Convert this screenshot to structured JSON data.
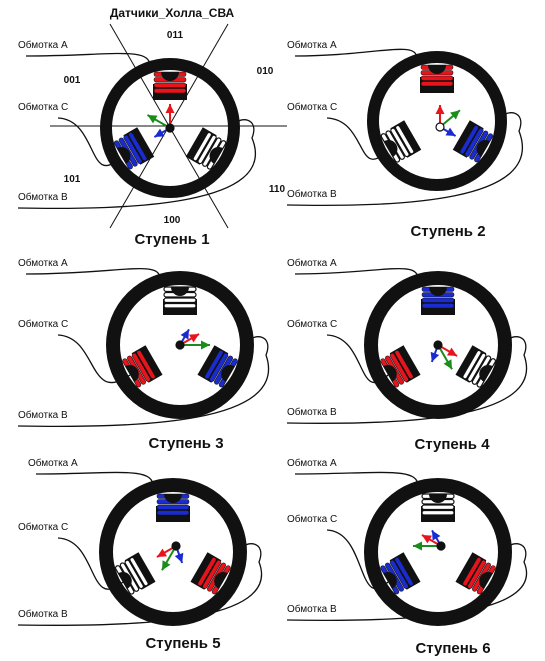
{
  "title": "Датчики_Холла_СВА",
  "hall_codes": [
    "011",
    "010",
    "001",
    "101",
    "110",
    "100"
  ],
  "colors": {
    "phase_a": "#e8141c",
    "phase_b": "#1a2ccf",
    "coil_off": "#ffffff",
    "ring": "#111111",
    "resultant": "#1a8c1a"
  },
  "steps": [
    {
      "label": "Ступень 1",
      "winding_a": "Обмотка А",
      "winding_c": "Обмотка С",
      "winding_b": "Обмотка В"
    },
    {
      "label": "Ступень 2",
      "winding_a": "Обмотка А",
      "winding_c": "Обмотка С",
      "winding_b": "Обмотка В"
    },
    {
      "label": "Ступень 3",
      "winding_a": "Обмотка А",
      "winding_c": "Обмотка С",
      "winding_b": "Обмотка В"
    },
    {
      "label": "Ступень 4",
      "winding_a": "Обмотка А",
      "winding_c": "Обмотка С",
      "winding_b": "Обмотка В"
    },
    {
      "label": "Ступень 5",
      "winding_a": "Обмотка А",
      "winding_c": "Обмотка С",
      "winding_b": "Обмотка В"
    },
    {
      "label": "Ступень 6",
      "winding_a": "Обмотка А",
      "winding_c": "Обмотка С",
      "winding_b": "Обмотка В"
    }
  ]
}
